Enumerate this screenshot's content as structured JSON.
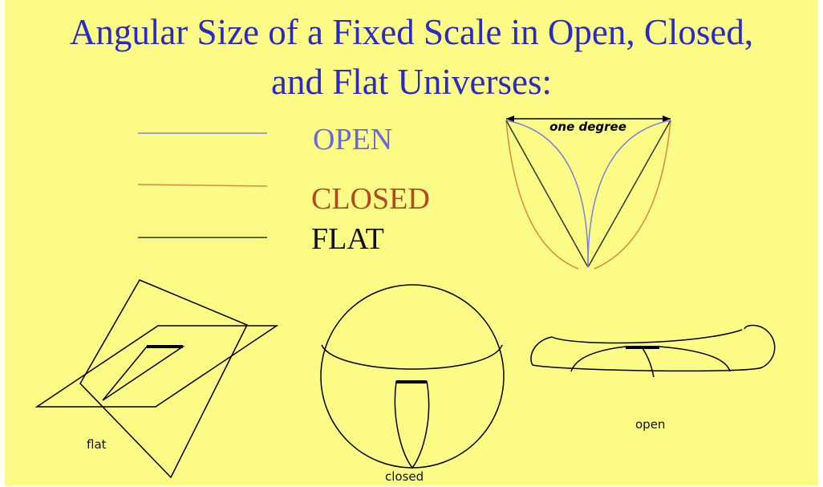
{
  "title_line1": "Angular Size of a Fixed Scale in Open, Closed,",
  "title_line2": "and Flat Universes:",
  "legend": [
    {
      "label": "OPEN",
      "color": "#6a6ad6"
    },
    {
      "label": "CLOSED",
      "color": "#b14a22"
    },
    {
      "label": "FLAT",
      "color": "#111111"
    }
  ],
  "angle_label": "one degree",
  "shapes": {
    "flat": "flat",
    "closed": "closed",
    "open": "open"
  },
  "colors": {
    "background": "#fbfb85",
    "title": "#2b2bc4",
    "open_line": "#8080dd",
    "closed_line": "#d98a3a",
    "flat_line": "#2a3a2a"
  }
}
